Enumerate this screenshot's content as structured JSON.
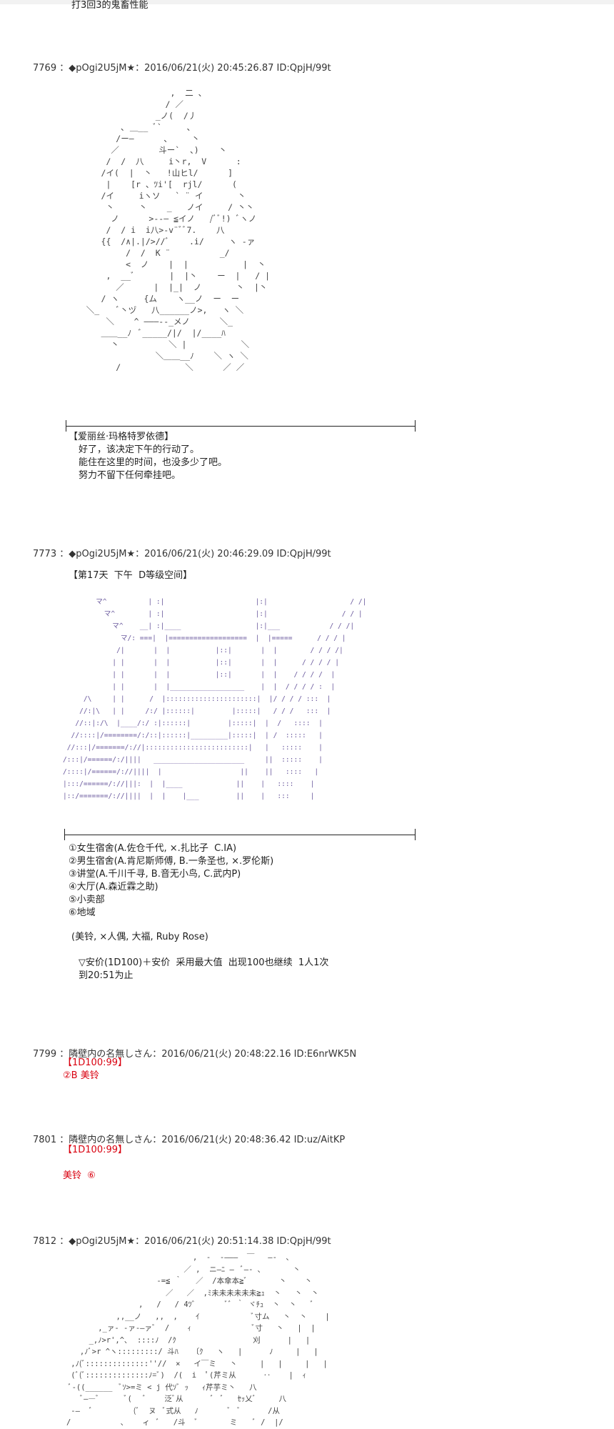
{
  "top_line": "打3回3的鬼畜性能",
  "posts": [
    {
      "header": "7769 ：◆pOgi2U5jM★：2016/06/21(火) 20:45:26.87 ID:QpjH/99t",
      "aa_figure": "                    ,  二 、\n                   / ／\n                 _ノ(  /丿\n          ､ ＿__ ﾞ`     、\n         /ー―      、    丶\n        ／        斗ー`  、)    丶\n       /  /  八     i丶r,  V      :\n      /イ(  |  丶   !山ヒl/      ]\n       |    [r 、ﾂi'[  rjl/      (\n      /イ     iヽソ   ` ¨ イ       丶\n       丶     丶    _   ノイ     / 丶丶\n        ノ      >‐-― ≦イノ   /ﾞﾞ!) ﾞヽノ\n       /  / i  i八>‐v¨ﾞﾞ7.    八\n      {{  /∧|.|/>//ﾞ    .i/     ヽ -ァ\n           /  /  K ¨          _/\n           <  ノ    |  |           |  丶\n       ,  __ﾞ       |  |丶    ー  |   / |\n         ／      |  |_|  ノ       丶  |丶 \n      / ヽ     {ム    ヽ__ノ  ー  ー\n   ＼_    ﾞ丶ヅ   八______ノ>,   ヽ ＼\n       ＼    ^ ―――‐-_メノ      ＼_\n      ＿＿__ﾉ  ﾞ_____/|/  |/____ﾊ  \n        丶          ＼ |           ＼\n                 ＼＿＿__ﾉ    ＼ ヽ ＼\n         /             ＼      ／ ／",
      "name_line": "【爱丽丝·玛格特罗依德】",
      "lines": [
        "好了，该决定下午的行动了。",
        "能住在这里的时间，也没多少了吧。",
        "努力不留下任何牵挂吧。"
      ]
    },
    {
      "header": "7773 ：◆pOgi2U5jM★：2016/06/21(火) 20:46:29.09 ID:QpjH/99t",
      "title_line": "【第17天  下午  D等级空间】",
      "aa_figure": "        マ^          | :|                      |:|                    / /|\n          マ^        | :|                      |:|                  / / |\n            マ^    __| :|____                  |:|___            / / /|\n              マ/: ===|  |===================  |  |=====      / / / |\n             /|       |  |           |::|       |  |        / / / /|\n            | |       |  |           |::|       |  |      / / / / |\n            | |       |  |           |::|       |  |    / / / /  |\n            | |       |  |__________________    |  |  / / / / :  |\n     /\\     | |      /  |::::::::::::::::::::::|  |/ / / / :::  |\n    //:|\\   | |     /:/ |::::::|         |:::::|   / / /   :::  |\n   //::|:/\\  |____/:/ :|::::::|         |:::::|  |  /   ::::  |\n  //::::|/========/:/::|::::::|_________|:::::|  | /  :::::   |\n //:::|/=======/://|:::::::::::::::::::::::::|   |   :::::    |\n/:::|/======/:/||||   ______________________     ||  :::::    |\n/::::|/======/://||||  |                   ||    ||   ::::   |\n|:::/======/://|||:  |  |____             ||    |   ::::    |\n|::/=======/://||||  |  |    |___         ||    |   :::     |",
      "options": [
        "①女生宿舍(A.佐仓千代, ×.扎比子  C.IA)",
        "②男生宿舍(A.肯尼斯师傅, B.一条圣也, ×.罗伦斯)",
        "③讲堂(A.千川千寻, B.音无小鸟, C.武内P)",
        "④大厅(A.森近霖之助)",
        "⑤小卖部",
        "⑥地域"
      ],
      "note": "(美铃, ×人偶, 大福, Ruby Rose)",
      "rule_line": "▽安价(1D100)＋安价  采用最大值  出现100也继续  1人1次",
      "deadline": "到20:51为止"
    },
    {
      "header": "7799 ：隣壁内の名無しさん：2016/06/21(火) 20:48:22.16 ID:E6nrWK5N",
      "roll": "【1D100:99】",
      "reply": "②B 美铃"
    },
    {
      "header": "7801 ：隣壁内の名無しさん：2016/06/21(火) 20:48:36.42 ID:uz/AitKP",
      "roll": "【1D100:99】",
      "reply": "美铃  ⑥"
    },
    {
      "header": "7812 ：◆pOgi2U5jM★：2016/06/21(火) 20:51:14.38 ID:QpjH/99t",
      "aa_figure": "                               ,  -  ‐―――  ￣   ―-  ､\n                             ／ ,  ニ―ﾆ ―  ﾞ―- ､       丶\n                       ‐=≦ ｀   ／  /本傘本≧ﾞ       丶    丶\n                         ／   ／  ,ﾐ未未未未未未≧ｭ  丶   丶  丶\n                   ,   /   / 4ﾂﾞ       ﾞﾞ ｀ ヾﾁｭ  丶  丶   ﾞ\n              ,,__ノ   ,,  ,    ｲ            ﾞ寸ム   丶  丶    |\n          ,_ァ‐ ‐ァ-―ァﾞ  /    ｨ              ﾞ寸   丶   |  |\n        _,ﾉ>r',^､  ::::ﾉ  /ｸ                 刈      |   |\n      ,ﾉﾞ>r ^ヽ:::::::::/ 斗ﾊ   〔ｸ   ヽ   |      ﾉ     |   |\n    ,ﾉ(ﾞ::::::::::::::''//  ×   イ￣ミ   丶     |   |     |   |\n    (ﾞ(ﾞ::::::::::::::ﾉ=ﾞ)  /(  i  ﾟ(芹ミ从      ‥    |  ｨ\n    ﾞ-((______  ﾞｿ>=ミ < j 代ｿﾞ ｯ   ｨ芹芋ミ丶   八\n      ﾞ――ﾞ      ﾞ(   ﾞ    泛ﾞ从      ﾞ  ﾞ   ｾｯ乂ﾞ     八\n    -―  ﾞ         (ﾞ  ヌ  ﾞ式从   ﾉ       ﾞ  ﾞ      /从\n   /           ､    ィ  ﾞ   /斗  ﾞ       ミ    ﾞ /  |/"
    }
  ]
}
